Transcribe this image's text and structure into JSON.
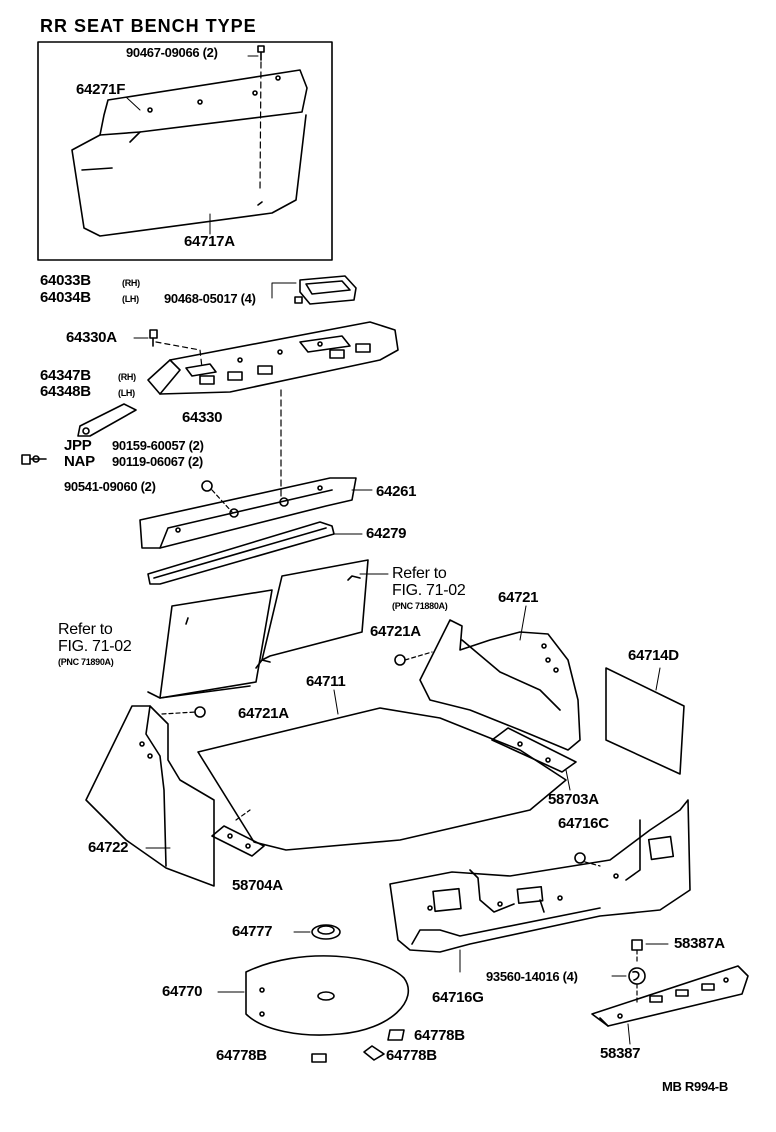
{
  "title": "RR SEAT BENCH TYPE",
  "footer": "MB R994-B",
  "parts": {
    "p90467": "90467-09066 (2)",
    "p64271F": "64271F",
    "p64717A": "64717A",
    "p64033B": "64033B",
    "p64034B": "64034B",
    "rh1": "(RH)",
    "lh1": "(LH)",
    "p90468": "90468-05017 (4)",
    "p64330A": "64330A",
    "p64347B": "64347B",
    "p64348B": "64348B",
    "rh2": "(RH)",
    "lh2": "(LH)",
    "p64330": "64330",
    "jpp": "JPP",
    "nap": "NAP",
    "p90159": "90159-60057 (2)",
    "p90119": "90119-06067 (2)",
    "p90541": "90541-09060 (2)",
    "p64261": "64261",
    "p64279": "64279",
    "p64721": "64721",
    "p64721A_1": "64721A",
    "p64714D": "64714D",
    "p64711": "64711",
    "p64721A_2": "64721A",
    "p58703A": "58703A",
    "p64716C": "64716C",
    "p64722": "64722",
    "p58704A": "58704A",
    "p64777": "64777",
    "p58387A": "58387A",
    "p93560": "93560-14016 (4)",
    "p64770": "64770",
    "p64716G": "64716G",
    "p64778B_1": "64778B",
    "p64778B_2": "64778B",
    "p64778B_3": "64778B",
    "p58387": "58387"
  },
  "refs": {
    "ref1_line1": "Refer to",
    "ref1_line2": "FIG. 71-02",
    "ref1_pnc": "(PNC 71880A)",
    "ref2_line1": "Refer to",
    "ref2_line2": "FIG. 71-02",
    "ref2_pnc": "(PNC 71890A)"
  }
}
